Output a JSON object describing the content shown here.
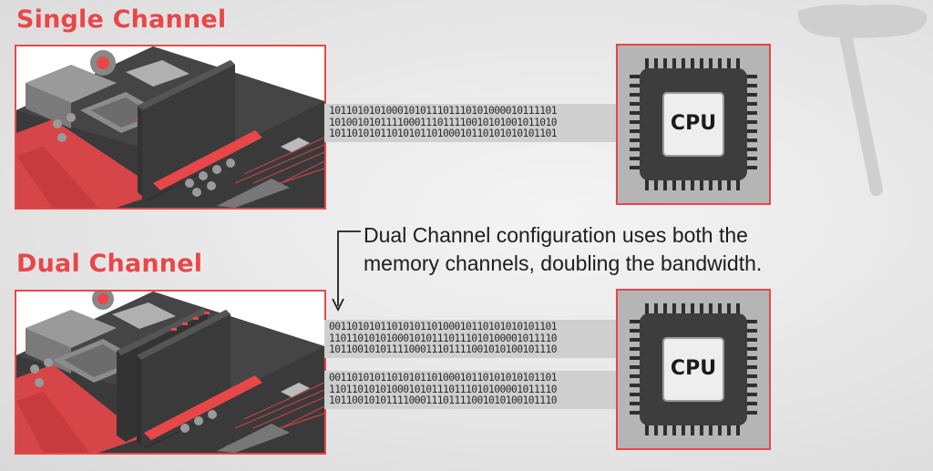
{
  "single": {
    "title": "Single Channel",
    "cpu_label": "CPU",
    "bits": [
      "1011010101000101011101110101000010111101",
      "1010010101111000111011110010101001011010",
      "1011010101101010110100010110101010101101"
    ]
  },
  "dual": {
    "title": "Dual Channel",
    "cpu_label": "CPU",
    "bits_top": [
      "0011010101101010110100010110101010101101",
      "1101101010100010101110111010100001011110",
      "1011001010111100011101111001010100101110"
    ],
    "bits_bottom": [
      "0011010101101010110100010110101010101101",
      "1101101010100010101110111010100001011110",
      "1011001010111100011101111001010100101110"
    ]
  },
  "note": {
    "line1": "Dual Channel configuration uses both the",
    "line2": "memory channels, doubling the bandwidth."
  },
  "colors": {
    "accent": "#e8474a",
    "chip": "#3d3d3d",
    "board": "#2f2f2f"
  }
}
